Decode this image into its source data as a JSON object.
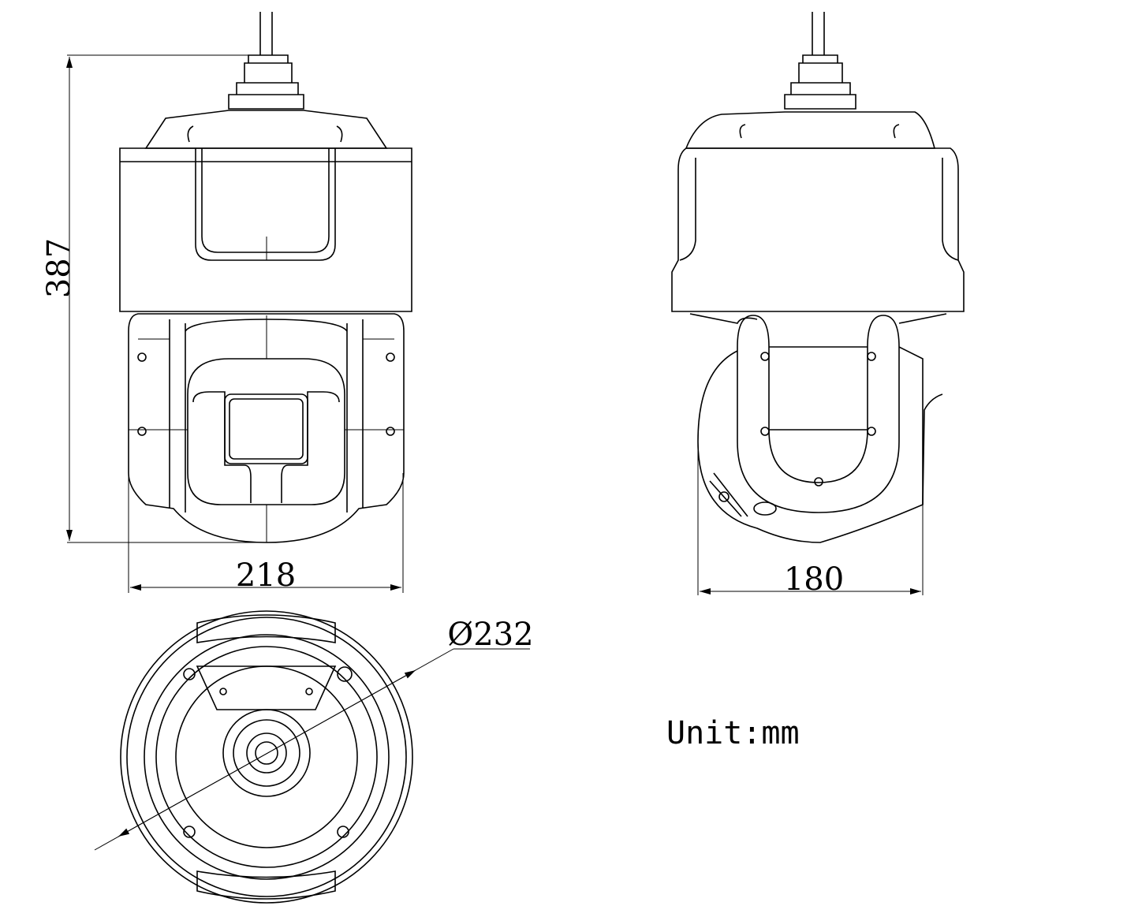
{
  "dimensions": {
    "height": "387",
    "front_width": "218",
    "side_width": "180",
    "diameter": "Ø232"
  },
  "unit_label": "Unit:mm",
  "views": [
    "front",
    "side",
    "bottom"
  ],
  "line_color": "#000000",
  "background_color": "#ffffff"
}
